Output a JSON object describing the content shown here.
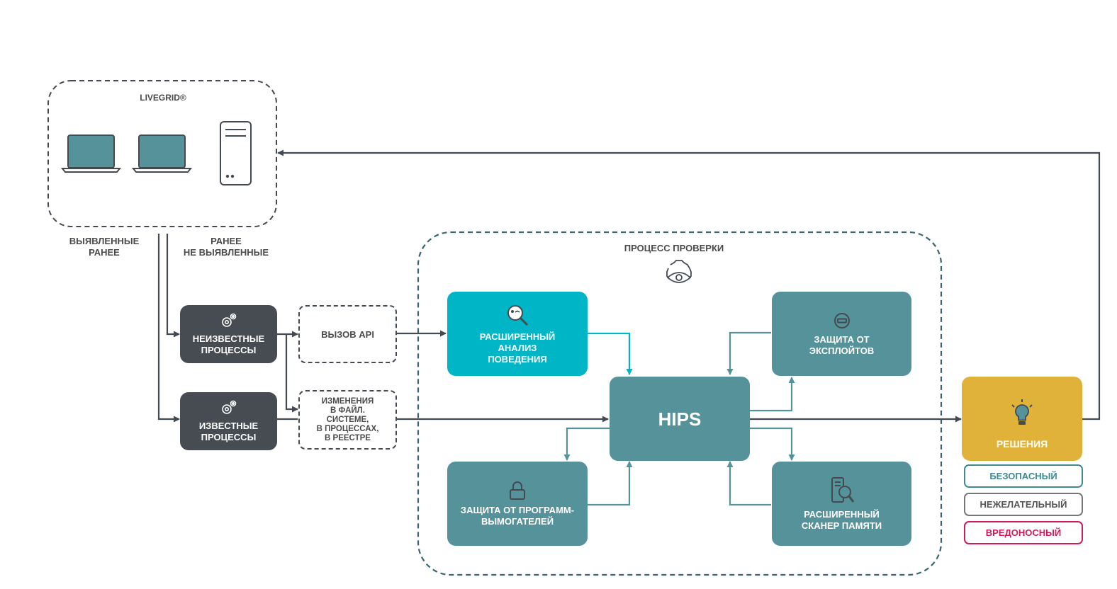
{
  "livegrid": {
    "title": "LIVEGRID®"
  },
  "branches": {
    "detected_before": "ВЫЯВЛЕННЫЕ\nРАНЕЕ",
    "not_detected_before": "РАНЕЕ\nНЕ ВЫЯВЛЕННЫЕ"
  },
  "processes": {
    "unknown": "НЕИЗВЕСТНЫЕ\nПРОЦЕССЫ",
    "known": "ИЗВЕСТНЫЕ\nПРОЦЕССЫ"
  },
  "events": {
    "api_call": "ВЫЗОВ API",
    "changes": "ИЗМЕНЕНИЯ\nВ ФАЙЛ.\nСИСТЕМЕ,\nВ ПРОЦЕССАХ,\nВ РЕЕСТРЕ"
  },
  "scan_process": {
    "title": "ПРОЦЕСС ПРОВЕРКИ",
    "hips": "HIPS",
    "behavior": "РАСШИРЕННЫЙ\nАНАЛИЗ\nПОВЕДЕНИЯ",
    "exploit": "ЗАЩИТА ОТ\nЭКСПЛОЙТОВ",
    "ransomware": "ЗАЩИТА ОТ ПРОГРАММ-\nВЫМОГАТЕЛЕЙ",
    "memory": "РАСШИРЕННЫЙ\nСКАНЕР ПАМЯТИ"
  },
  "decisions": {
    "title": "РЕШЕНИЯ",
    "safe": "БЕЗОПАСНЫЙ",
    "unwanted": "НЕЖЕЛАТЕЛЬНЫЙ",
    "malicious": "ВРЕДОНОСНЫЙ"
  },
  "colors": {
    "teal": "#55929a",
    "cyan": "#00b5c5",
    "dark": "#474b52",
    "gold": "#e1b23a",
    "safe": "#3f8a93",
    "unwanted": "#555555",
    "malicious": "#cc1c5c"
  },
  "icons": [
    "laptop-icon",
    "server-icon",
    "gear-icon",
    "search-icon",
    "eye-gear-icon",
    "no-entry-icon",
    "lock-icon",
    "memory-scan-icon",
    "lightbulb-icon"
  ]
}
